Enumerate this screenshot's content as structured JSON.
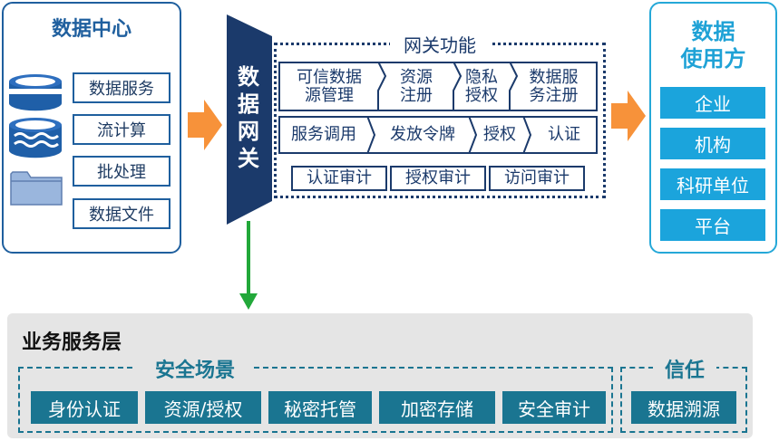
{
  "data_center": {
    "title": "数据中心",
    "items": [
      "数据服务",
      "流计算",
      "批处理",
      "数据文件"
    ]
  },
  "gateway": {
    "vertical_label": [
      "数",
      "据",
      "网",
      "关"
    ],
    "functions_title": "网关功能",
    "row1": [
      [
        "可信数据",
        "源管理"
      ],
      [
        "资源",
        "注册"
      ],
      [
        "隐私",
        "授权"
      ],
      [
        "数据服",
        "务注册"
      ]
    ],
    "row2": [
      "服务调用",
      "发放令牌",
      "授权",
      "认证"
    ],
    "row3": [
      "认证审计",
      "授权审计",
      "访问审计"
    ]
  },
  "users": {
    "title": [
      "数据",
      "使用方"
    ],
    "items": [
      "企业",
      "机构",
      "科研单位",
      "平台"
    ]
  },
  "service_layer": {
    "title": "业务服务层",
    "security": {
      "label": "安全场景",
      "items": [
        "身份认证",
        "资源/授权",
        "秘密托管",
        "加密存储",
        "安全审计"
      ]
    },
    "trust": {
      "label": "信任",
      "items": [
        "数据溯源"
      ]
    }
  },
  "colors": {
    "navy": "#1b3a6b",
    "blue": "#1f5f9e",
    "cyan": "#1ba4dc",
    "teal": "#1a7591",
    "orange": "#f7923a",
    "green": "#22a83a"
  }
}
